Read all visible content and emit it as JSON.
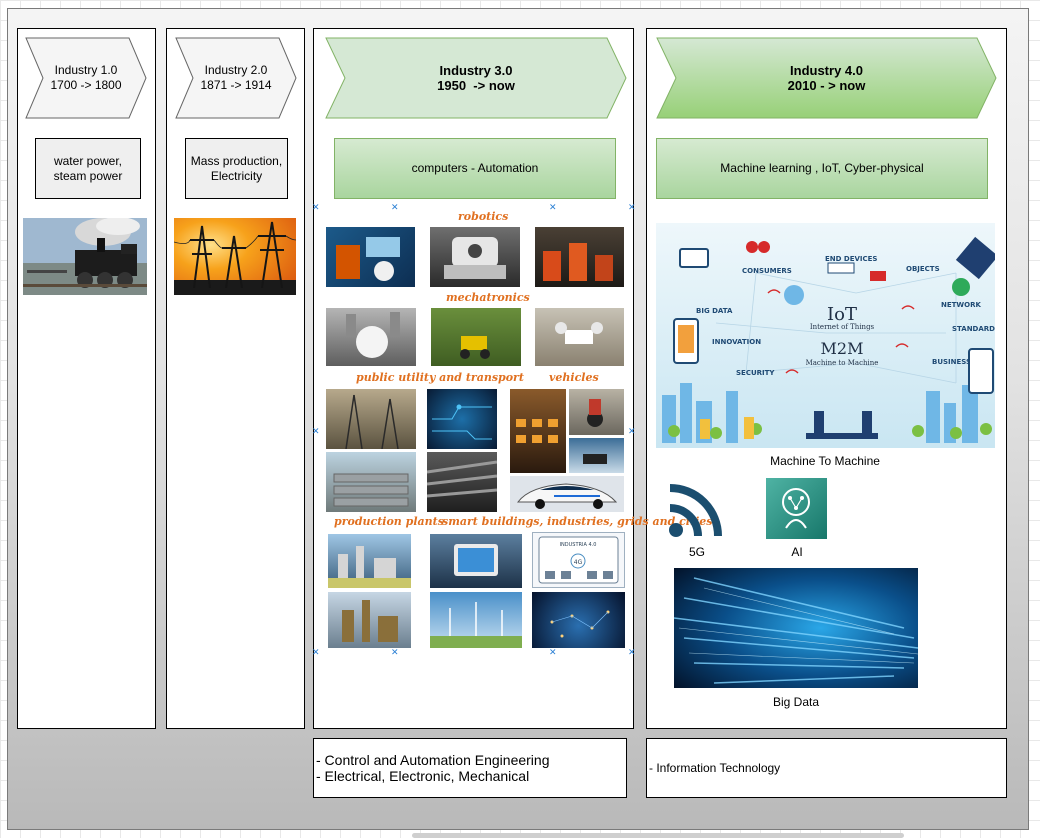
{
  "columns": [
    {
      "title": "Industry 1.0",
      "subtitle": "1700 -> 1800",
      "box": "water power,\nsteam power"
    },
    {
      "title": "Industry 2.0",
      "subtitle": "1871 -> 1914",
      "box": "Mass production,\nElectricity"
    },
    {
      "title": "Industry 3.0",
      "subtitle": "1950  -> now",
      "box": "computers - Automation"
    },
    {
      "title": "Industry 4.0",
      "subtitle": "2010 - > now",
      "box": "Machine learning , IoT, Cyber-physical"
    }
  ],
  "industry3_labels": {
    "robotics": "robotics",
    "mechatronics": "mechatronics",
    "public_utility": "public utility  and transport",
    "vehicles": "vehicles",
    "production_plants": "production plants",
    "smart": "smart buildings, industries, grids and cities"
  },
  "iot_graphic": {
    "consumers": "CONSUMERS",
    "end_devices": "END DEVICES",
    "objects": "OBJECTS",
    "big_data": "BIG DATA",
    "network": "NETWORK",
    "iot": "IoT",
    "iot_sub": "Internet of Things",
    "standards": "STANDARDS",
    "innovation": "INNOVATION",
    "m2m": "M2M",
    "m2m_sub": "Machine to Machine",
    "security": "SECURITY",
    "business": "BUSINESS",
    "tablet_text": "INDUSTRIA 4.0",
    "tablet_4g": "4G"
  },
  "industry4_labels": {
    "m2m_caption": "Machine To Machine",
    "fiveg": "5G",
    "ai": "AI",
    "bigdata": "Big Data"
  },
  "notes": {
    "industry3": "- Control and Automation Engineering\n- Electrical, Electronic, Mechanical",
    "industry4": "- Information Technology"
  },
  "colors": {
    "green_fill": "#d5e8d4",
    "green_stroke": "#82b366",
    "grey_fill": "#f5f5f5",
    "orange_label": "#e07020",
    "selection_handle": "#2a7fd4"
  }
}
